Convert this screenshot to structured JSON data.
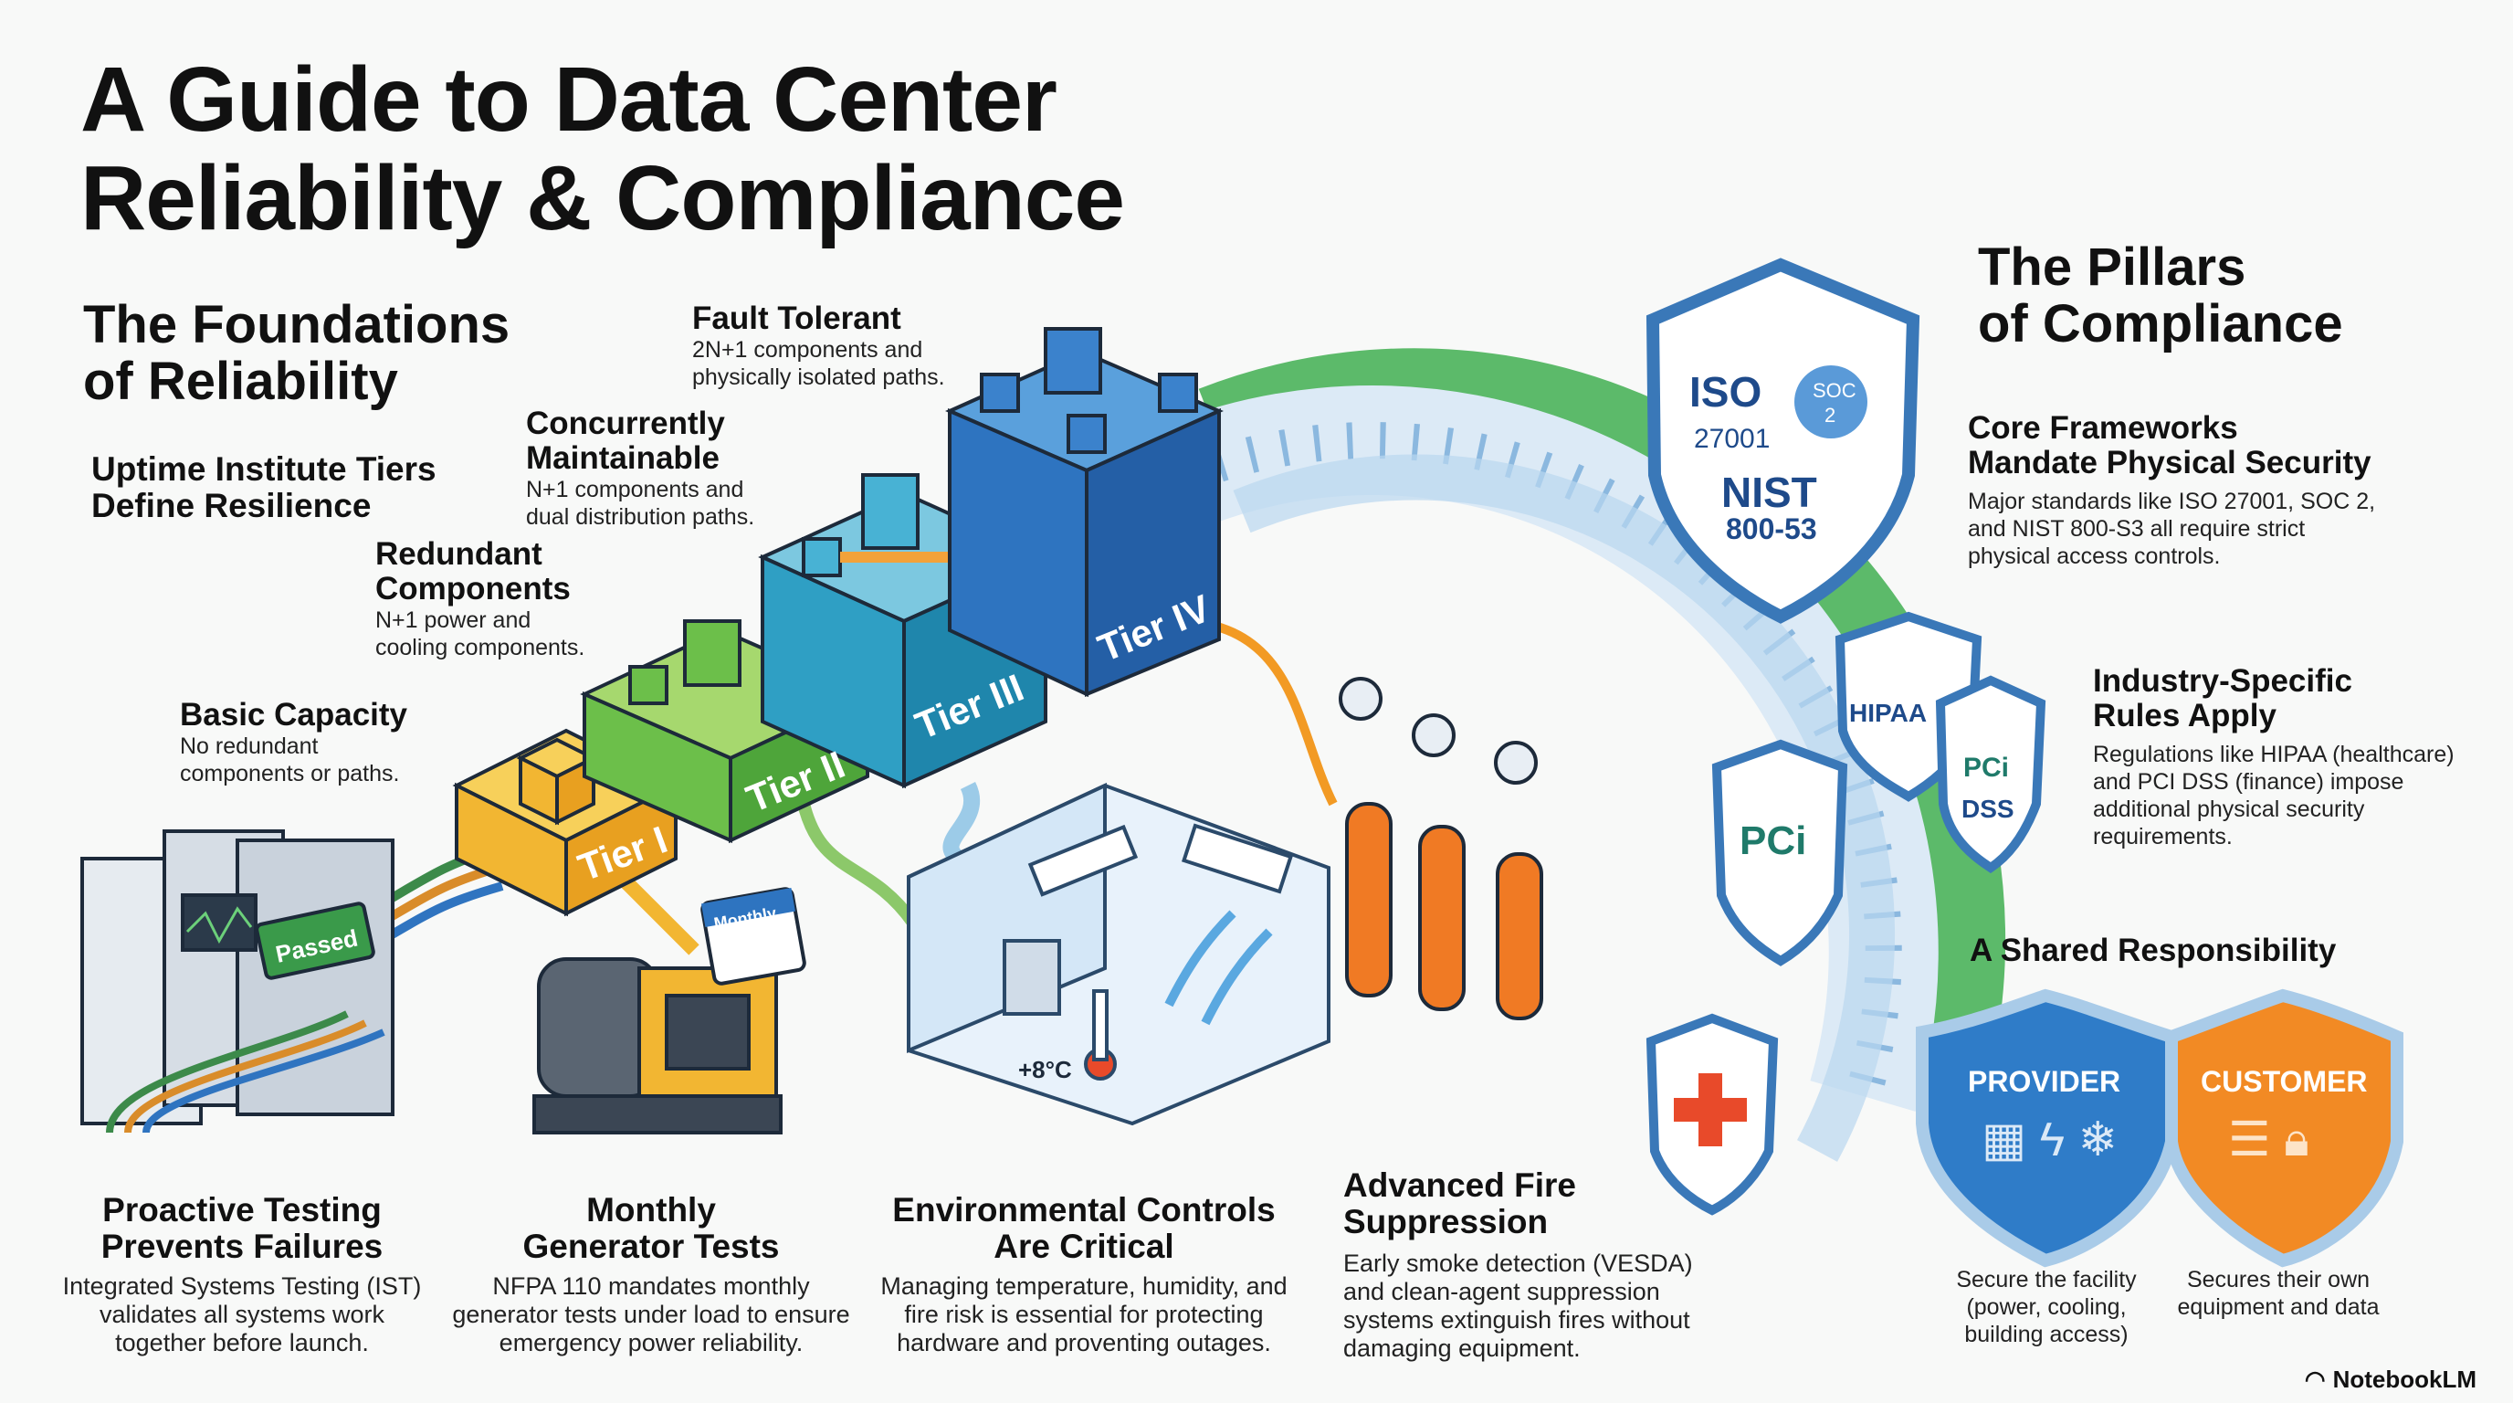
{
  "title": [
    "A Guide to Data Center",
    "Reliability & Compliance"
  ],
  "reliability": {
    "heading": [
      "The Foundations",
      "of Reliability"
    ],
    "subheading": [
      "Uptime Institute Tiers",
      "Define Resilience"
    ],
    "tiers": [
      {
        "label": "Tier I",
        "title": "Basic Capacity",
        "desc": [
          "No redundant",
          "components or paths."
        ],
        "color": "#f2b632"
      },
      {
        "label": "Tier II",
        "title": "Redundant Components",
        "title_lines": [
          "Redundant",
          "Components"
        ],
        "desc": [
          "N+1 power and",
          "cooling components."
        ],
        "color": "#6cbf4a"
      },
      {
        "label": "Tier III",
        "title_lines": [
          "Concurrently",
          "Maintainable"
        ],
        "desc": [
          "N+1 components and",
          "dual distribution paths."
        ],
        "color": "#2f9fc4"
      },
      {
        "label": "Tier IV",
        "title": "Fault Tolerant",
        "desc": [
          "2N+1 components and",
          "physically isolated paths."
        ],
        "color": "#2e74c0"
      }
    ]
  },
  "illustration": {
    "rack_badge": "Passed",
    "calendar_label": "Monthly",
    "room_temp": "+8°C"
  },
  "bottom": [
    {
      "title": [
        "Proactive Testing",
        "Prevents Failures"
      ],
      "desc": [
        "Integrated Systems Testing (IST)",
        "validates all systems work",
        "together before launch."
      ]
    },
    {
      "title": [
        "Monthly",
        "Generator Tests"
      ],
      "desc": [
        "NFPA 110 mandates monthly",
        "generator tests under load to ensure",
        "emergency power reliability."
      ]
    },
    {
      "title": [
        "Environmental Controls",
        "Are Critical"
      ],
      "desc": [
        "Managing temperature, humidity, and",
        "fire risk is essential for protecting",
        "hardware and proventing outages."
      ]
    },
    {
      "title": [
        "Advanced Fire",
        "Suppression"
      ],
      "desc": [
        "Early smoke detection (VESDA)",
        "and clean-agent suppression",
        "systems extinguish fires without",
        "damaging equipment."
      ]
    }
  ],
  "compliance": {
    "heading": [
      "The Pillars",
      "of Compliance"
    ],
    "core": {
      "title": [
        "Core Frameworks",
        "Mandate Physical Security"
      ],
      "desc": [
        "Major standards like ISO 27001, SOC 2,",
        "and NIST 800-S3 all require strict",
        "physical access controls."
      ]
    },
    "industry": {
      "title": [
        "Industry-Specific",
        "Rules Apply"
      ],
      "desc": [
        "Regulations like HIPAA (healthcare)",
        "and PCI DSS (finance) impose",
        "additional physical security",
        "requirements."
      ]
    },
    "shields": {
      "iso": "ISO",
      "iso_num": "27001",
      "soc": "SOC",
      "soc_num": "2",
      "nist": "NIST",
      "nist_num": "800-53",
      "hipaa": "HIPAA",
      "pci": "PCi",
      "pci2": "PCi",
      "dss": "DSS"
    },
    "shared": {
      "title": "A Shared Responsibility",
      "provider": {
        "label": "PROVIDER",
        "desc": [
          "Secure the facility",
          "(power, cooling,",
          "building access)"
        ],
        "color": "#2f7cc8"
      },
      "customer": {
        "label": "CUSTOMER",
        "desc": [
          "Secures their own",
          "equipment and data"
        ],
        "color": "#f28a24"
      }
    }
  },
  "brand": "NotebookLM"
}
